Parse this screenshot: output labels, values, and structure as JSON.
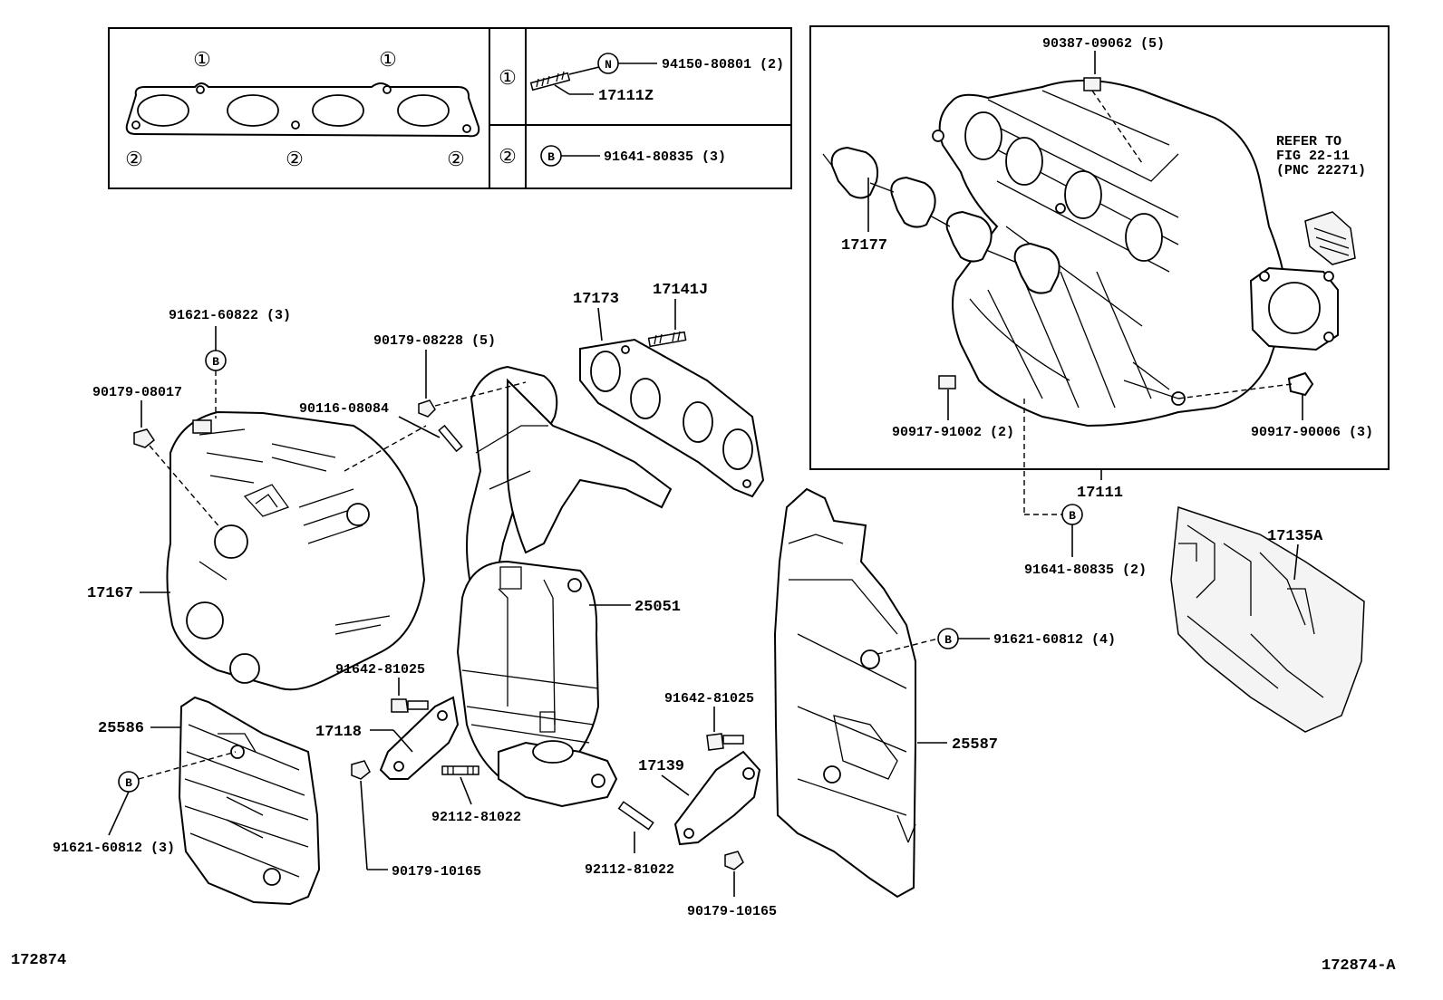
{
  "legend_table": {
    "gasket_marks": [
      "①",
      "①",
      "②",
      "②",
      "②"
    ],
    "row1": {
      "mark": "①",
      "code_symbol": "N",
      "part_a": "94150-80801 (2)",
      "part_b": "17111Z"
    },
    "row2": {
      "mark": "②",
      "code_symbol": "B",
      "part_a": "91641-80835 (3)"
    }
  },
  "intake_box": {
    "refer_note": [
      "REFER TO",
      "FIG 22-11",
      "(PNC 22271)"
    ],
    "labels": {
      "p90387": "90387-09062 (5)",
      "p17177": "17177",
      "p90917a": "90917-91002 (2)",
      "p90917b": "90917-90006 (3)",
      "p17111": "17111"
    }
  },
  "labels": {
    "p91641_2": "91641-80835 (2)",
    "p17135A": "17135A",
    "p91621_60822": "91621-60822 (3)",
    "p90179_08017": "90179-08017",
    "p90179_08228": "90179-08228 (5)",
    "p90116": "90116-08084",
    "p17173": "17173",
    "p17141J": "17141J",
    "p17167": "17167",
    "p25051": "25051",
    "p91642_a": "91642-81025",
    "p91642_b": "91642-81025",
    "p17118": "17118",
    "p25586": "25586",
    "p91621_60812_3": "91621-60812 (3)",
    "p90179_10165_a": "90179-10165",
    "p92112_a": "92112-81022",
    "p92112_b": "92112-81022",
    "p17139": "17139",
    "p90179_10165_b": "90179-10165",
    "p91621_60812_4": "91621-60812 (4)",
    "p25587": "25587"
  },
  "circle_codes": {
    "b1": "B",
    "b2": "B",
    "b3": "B",
    "b4": "B"
  },
  "footer": {
    "left_id": "172874",
    "right_id": "172874-A"
  }
}
